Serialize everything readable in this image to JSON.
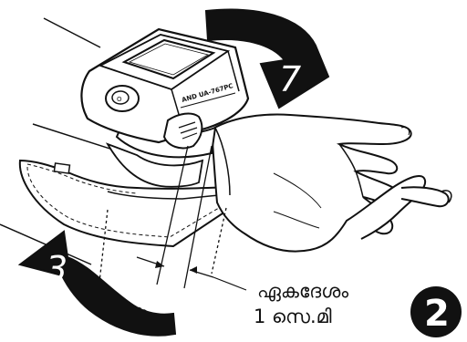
{
  "device": {
    "brand_text": "AND UA-767PC"
  },
  "steps": {
    "step1": "7",
    "step3": "3"
  },
  "caption": {
    "line1": "ഏകദേശം",
    "line2": "1 സെ.മി"
  },
  "badge": {
    "number": "2"
  },
  "colors": {
    "ink": "#111111",
    "paper": "#ffffff"
  },
  "icons": {
    "arrow_step1": "curved-arrow-down-icon",
    "arrow_step3": "curved-arrow-left-icon",
    "device_button": "power-button-icon"
  }
}
